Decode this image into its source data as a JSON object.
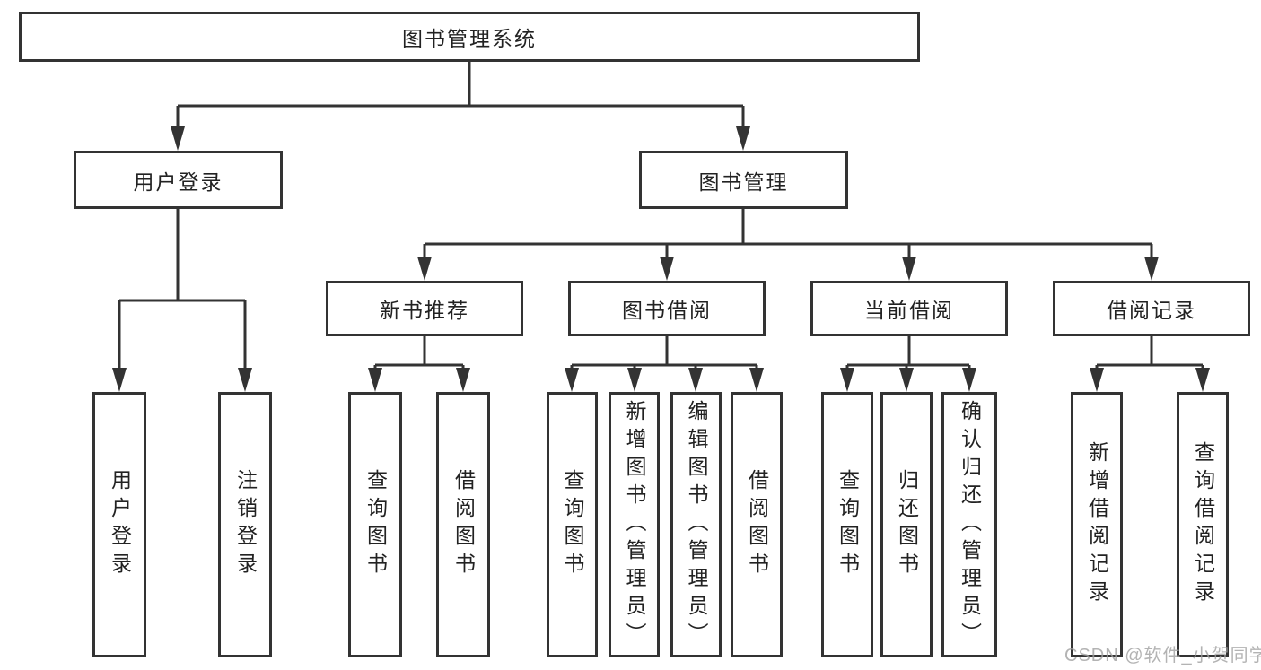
{
  "diagram_title": "图书管理系统",
  "nodes": {
    "root": "图书管理系统",
    "user_login": "用户登录",
    "book_management": "图书管理",
    "new_book_recommend": "新书推荐",
    "book_borrowing": "图书借阅",
    "current_borrowing": "当前借阅",
    "borrowing_records": "借阅记录",
    "leaf_user_login": "用户登录",
    "leaf_logout_login": "注销登录",
    "leaf_query_books_recommend": "查询图书",
    "leaf_borrow_books_recommend": "借阅图书",
    "leaf_query_books_borrowing": "查询图书",
    "leaf_add_books_admin": "新增图书（管理员）",
    "leaf_edit_books_admin": "编辑图书（管理员）",
    "leaf_borrow_books_borrowing": "借阅图书",
    "leaf_query_books_current": "查询图书",
    "leaf_return_books": "归还图书",
    "leaf_confirm_return_admin": "确认归还（管理员）",
    "leaf_add_borrow_record": "新增借阅记录",
    "leaf_query_borrow_record": "查询借阅记录"
  },
  "watermark": "CSDN @软件_小贺同学",
  "colors": {
    "line": "#333333",
    "text": "#222222",
    "background": "#ffffff",
    "watermark": "#a0a0a0"
  }
}
